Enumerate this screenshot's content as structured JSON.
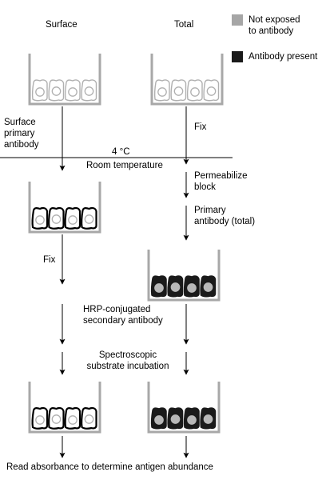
{
  "columns": {
    "surface": "Surface",
    "total": "Total"
  },
  "legend": {
    "not_exposed": {
      "label": "Not exposed\nto antibody",
      "color": "#a6a6a6"
    },
    "antibody_present": {
      "label": "Antibody present",
      "color": "#1a1a1a"
    }
  },
  "steps": {
    "surface_primary": "Surface\nprimary\nantibody",
    "fix_right": "Fix",
    "temp_cold": "4 °C",
    "temp_room": "Room temperature",
    "permeabilize": "Permeabilize\nblock",
    "primary_total": "Primary\nantibody (total)",
    "fix_left": "Fix",
    "hrp": "HRP-conjugated\nsecondary antibody",
    "spectroscopic": "Spectroscopic\nsubstrate incubation",
    "readout": "Read absorbance to determine antigen abundance"
  },
  "colors": {
    "well": "#a8a8a8",
    "cell_unexposed": "#b0b0b0",
    "cell_stained": "#1a1a1a",
    "nucleus": "#b8b8b8",
    "line": "#000000"
  }
}
